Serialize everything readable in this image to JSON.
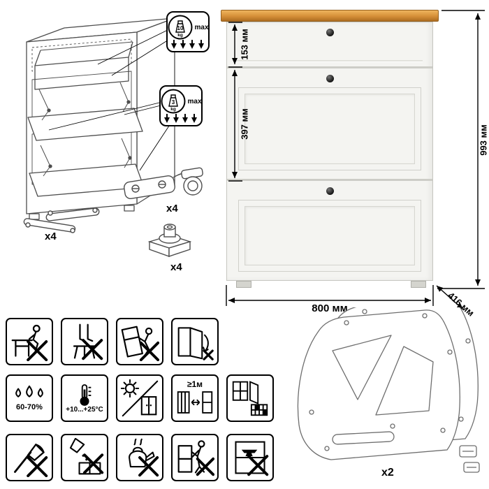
{
  "product": {
    "dimensions": {
      "drawer_height": "153 мм",
      "flap_section_height": "397 мм",
      "total_height": "993 мм",
      "width": "800 мм",
      "depth": "416 мм"
    },
    "load_limits": {
      "drawer": {
        "value": "10",
        "unit": "kg",
        "note": "max"
      },
      "flap": {
        "value": "3",
        "unit": "kg",
        "note": "max"
      }
    },
    "colors": {
      "top_wood": "#d68f38",
      "body": "#f4f4f1"
    }
  },
  "hardware": {
    "lift_stay_count": "x4",
    "hinge_count": "x4",
    "foot_count": "x4",
    "side_frame_count": "x2"
  },
  "care": {
    "humidity": "60-70%",
    "temperature": "+10...+25°C",
    "heat_distance": "≥1м"
  }
}
